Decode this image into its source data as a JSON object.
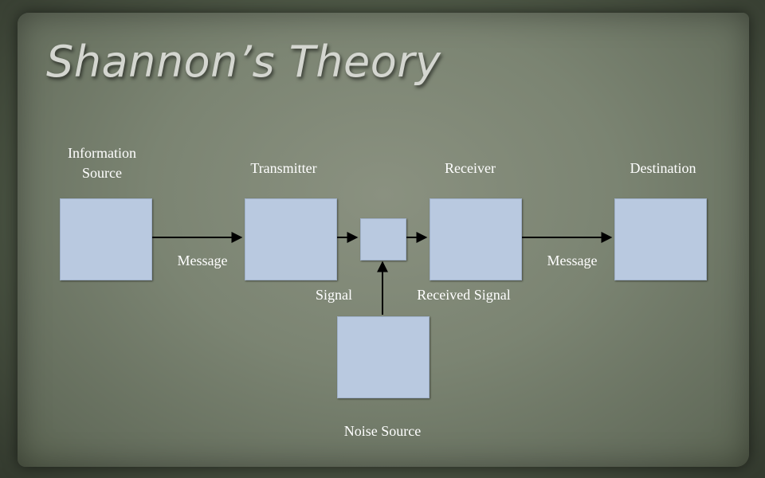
{
  "slide": {
    "title": "Shannon’s Theory"
  },
  "nodes": {
    "information_source": {
      "line1": "Information",
      "line2": "Source"
    },
    "transmitter": "Transmitter",
    "receiver": "Receiver",
    "destination": "Destination",
    "noise_source": "Noise Source"
  },
  "edges": {
    "message_in": "Message",
    "message_out": "Message",
    "signal": "Signal",
    "received_signal": "Received Signal"
  },
  "colors": {
    "box_fill": "#b9c9e0",
    "label_text": "#ffffff",
    "arrow": "#000000"
  }
}
